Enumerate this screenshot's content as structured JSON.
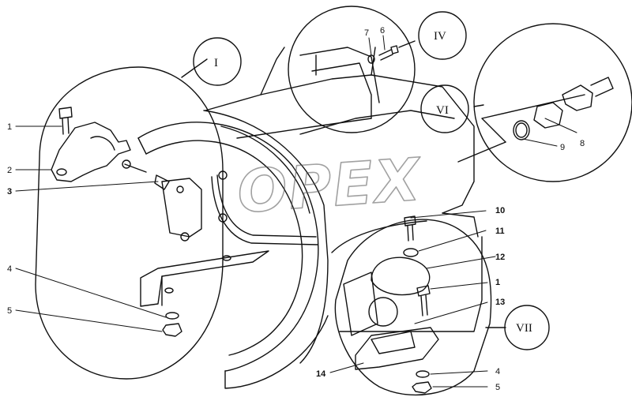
{
  "watermark": "OPEX",
  "views": {
    "I": "I",
    "IV": "IV",
    "VI": "VI",
    "VII": "VII"
  },
  "callouts": {
    "c1a": "1",
    "c2": "2",
    "c3": "3",
    "c4a": "4",
    "c5a": "5",
    "c6": "6",
    "c7": "7",
    "c8": "8",
    "c9": "9",
    "c10": "10",
    "c11": "11",
    "c12": "12",
    "c1b": "1",
    "c13": "13",
    "c14": "14",
    "c4b": "4",
    "c5b": "5"
  }
}
